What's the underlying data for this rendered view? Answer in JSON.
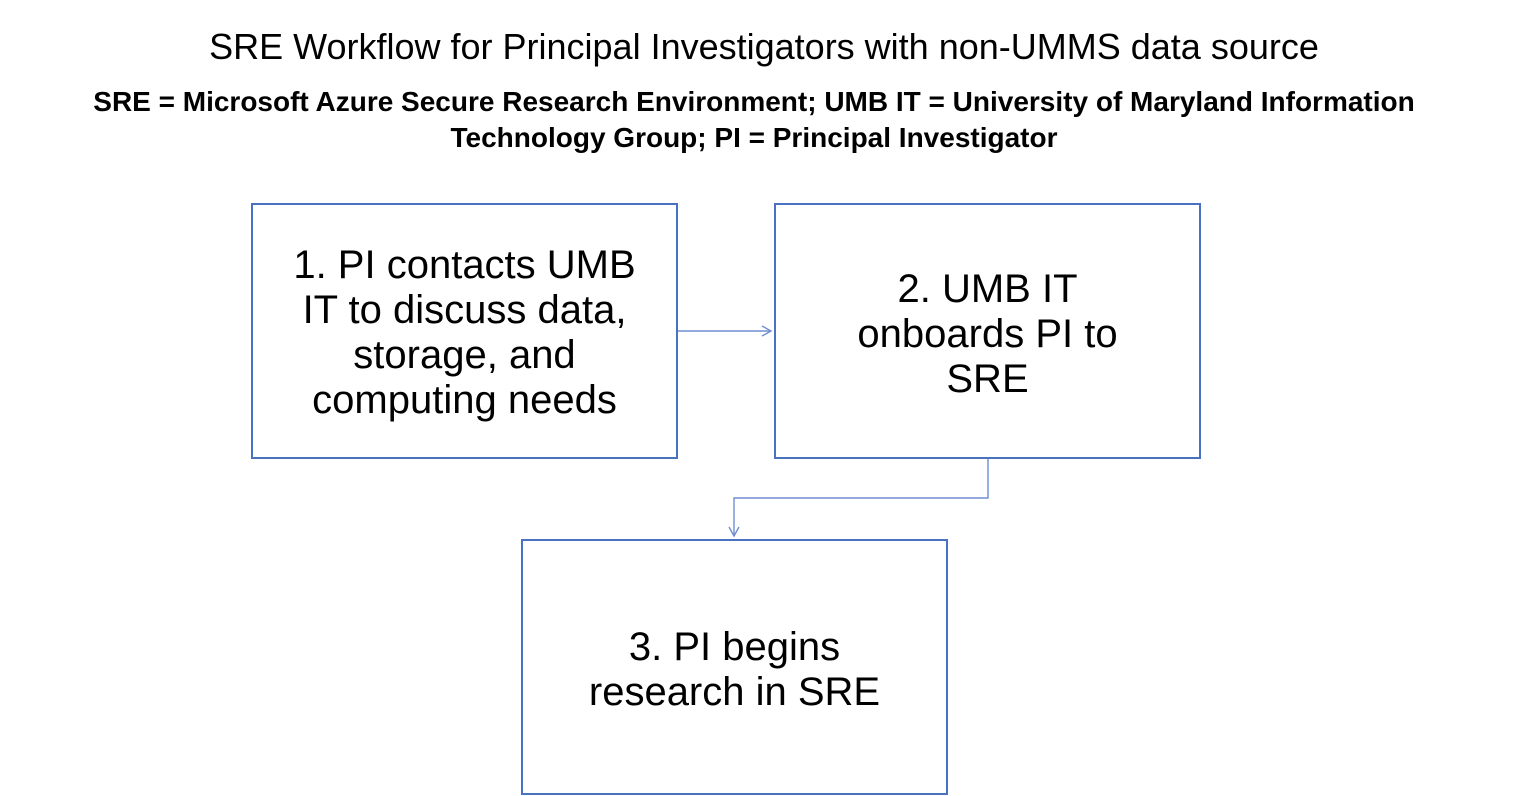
{
  "title": "SRE Workflow for Principal Investigators with non-UMMS data source",
  "subtitle": {
    "line1": "SRE = Microsoft Azure Secure Research Environment; UMB IT = University of Maryland Information",
    "line2": "Technology Group; PI = Principal Investigator"
  },
  "steps": [
    {
      "lines": [
        "1. PI contacts UMB",
        "IT to discuss data,",
        "storage, and",
        "computing needs"
      ]
    },
    {
      "lines": [
        "2. UMB IT",
        "onboards PI to",
        "SRE"
      ]
    },
    {
      "lines": [
        "3. PI begins",
        "research in SRE"
      ]
    }
  ],
  "colors": {
    "box_border": "#4a72c2",
    "connector": "#6f8fd0"
  }
}
